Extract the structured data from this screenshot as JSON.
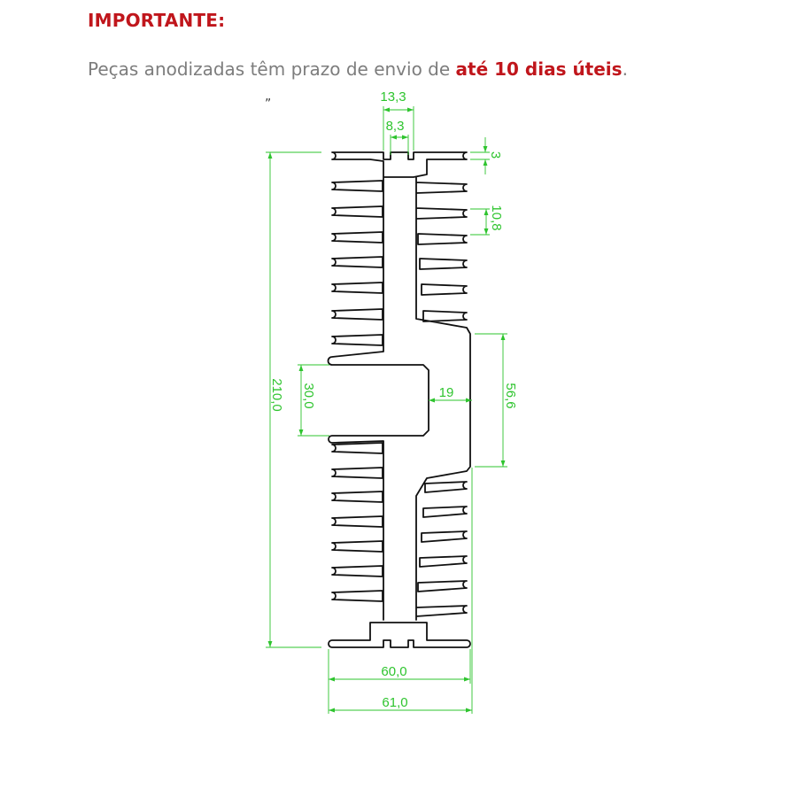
{
  "notice": {
    "heading": "IMPORTANTE:",
    "text_before": "Peças anodizadas têm prazo de envio de ",
    "highlight": "até 10 dias úteis",
    "text_after": ".",
    "stray_mark": "„"
  },
  "drawing": {
    "dimensions": {
      "slot_width": "13,3",
      "slot_inner_width": "8,3",
      "flange_thickness": "3",
      "fin_pitch": "10,8",
      "total_height": "210,0",
      "pocket_height": "30,0",
      "pocket_depth": "19",
      "flat_face_height": "56,6",
      "base_width": "60,0",
      "overall_width": "61,0"
    },
    "colors": {
      "dimension": "#2ec42e",
      "outline": "#111111",
      "heading": "#c0161c",
      "text": "#7d7d7d"
    }
  }
}
